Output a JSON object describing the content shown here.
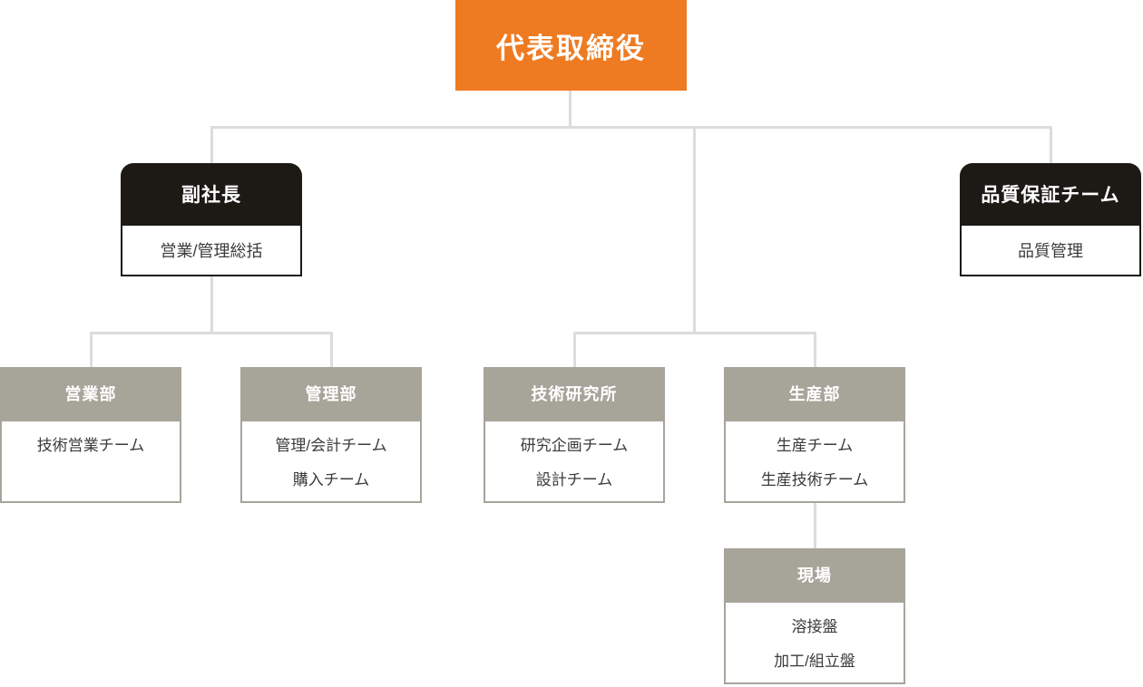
{
  "colors": {
    "page_bg": "#FFFFFF",
    "root_bg": "#EE7B22",
    "exec_bg": "#1D1A16",
    "dept_bg": "#A7A49A",
    "connector": "#DCDCDC",
    "header_text": "#FFFFFF",
    "body_text": "#3B3B3B"
  },
  "org_chart": {
    "nodes": {
      "ceo": {
        "title": "代表取締役"
      },
      "vp": {
        "title": "副社長",
        "items": [
          "営業/管理総括"
        ]
      },
      "qa": {
        "title": "品質保証チーム",
        "items": [
          "品質管理"
        ]
      },
      "sales": {
        "title": "営業部",
        "items": [
          "技術営業チーム"
        ]
      },
      "admin": {
        "title": "管理部",
        "items": [
          "管理/会計チーム",
          "購入チーム"
        ]
      },
      "research": {
        "title": "技術研究所",
        "items": [
          "研究企画チーム",
          "設計チーム"
        ]
      },
      "production": {
        "title": "生産部",
        "items": [
          "生産チーム",
          "生産技術チーム"
        ]
      },
      "worksite": {
        "title": "現場",
        "items": [
          "溶接盤",
          "加工/組立盤"
        ]
      }
    }
  }
}
